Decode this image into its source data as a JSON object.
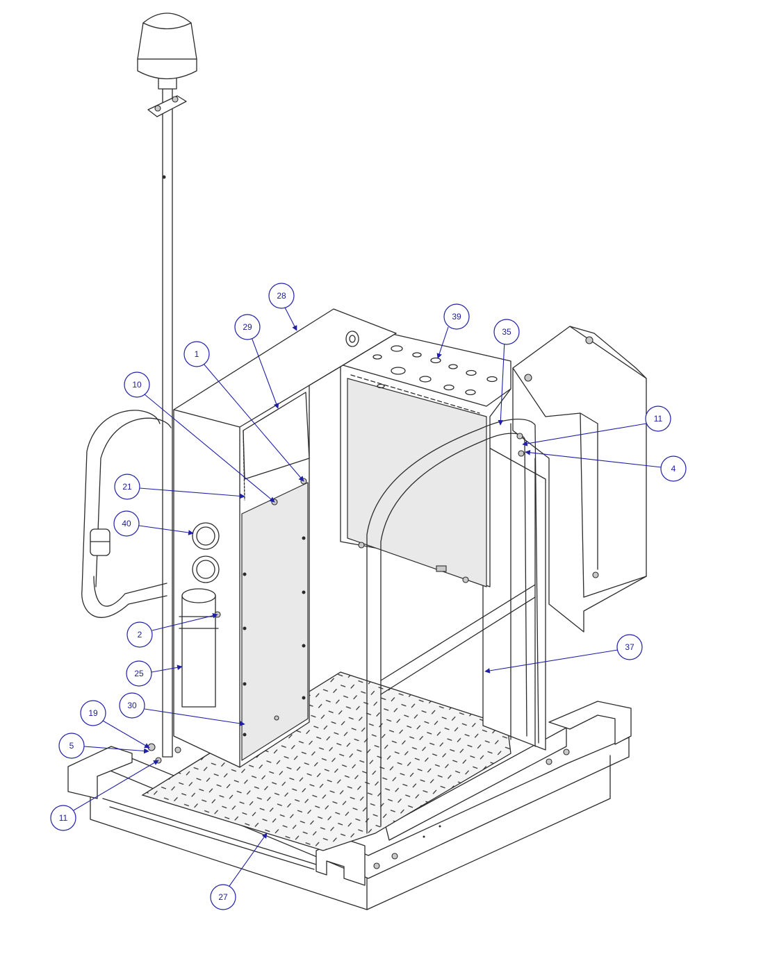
{
  "balloons": [
    {
      "id": "b28",
      "label": "28"
    },
    {
      "id": "b39",
      "label": "39"
    },
    {
      "id": "b29",
      "label": "29"
    },
    {
      "id": "b35",
      "label": "35"
    },
    {
      "id": "b1",
      "label": "1"
    },
    {
      "id": "b10",
      "label": "10"
    },
    {
      "id": "b11a",
      "label": "11"
    },
    {
      "id": "b4",
      "label": "4"
    },
    {
      "id": "b21",
      "label": "21"
    },
    {
      "id": "b40",
      "label": "40"
    },
    {
      "id": "b2",
      "label": "2"
    },
    {
      "id": "b37",
      "label": "37"
    },
    {
      "id": "b25",
      "label": "25"
    },
    {
      "id": "b30",
      "label": "30"
    },
    {
      "id": "b19",
      "label": "19"
    },
    {
      "id": "b5",
      "label": "5"
    },
    {
      "id": "b11b",
      "label": "11"
    },
    {
      "id": "b27",
      "label": "27"
    }
  ],
  "colors": {
    "line": "#2a2a2a",
    "balloon": "#1f1fa8",
    "background": "#ffffff"
  }
}
